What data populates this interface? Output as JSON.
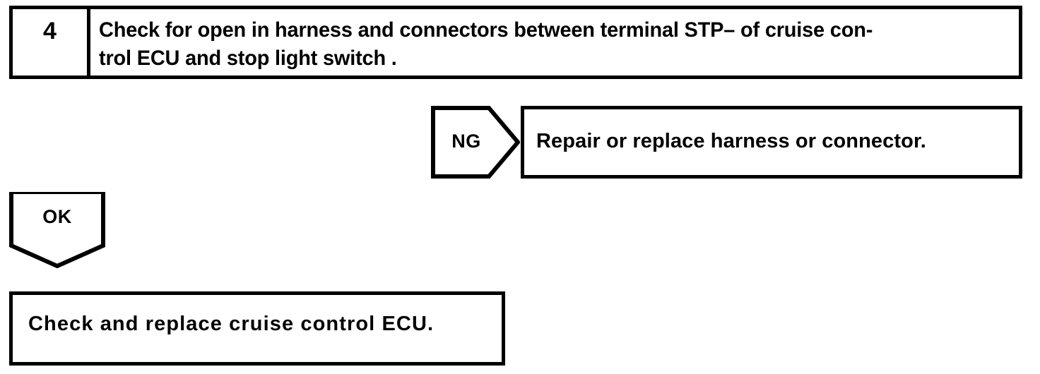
{
  "page": {
    "background_color": "#ffffff",
    "line_color": "#000000",
    "type": "troubleshooting-flowchart"
  },
  "step": {
    "number": "4",
    "instruction": "Check for open in harness and connectors between terminal STP– of cruise con-\ntrol ECU  and stop light switch ."
  },
  "branches": [
    {
      "marker": "NG",
      "marker_shape": "pentagon-right",
      "result": "Repair or replace harness or connector."
    },
    {
      "marker": "OK",
      "marker_shape": "pentagon-down",
      "result": "Check and replace cruise control ECU."
    }
  ],
  "ng": {
    "label": "NG",
    "result_text": "Repair or replace harness or connector."
  },
  "ok": {
    "label": "OK",
    "result_text": "Check and replace cruise control ECU."
  }
}
